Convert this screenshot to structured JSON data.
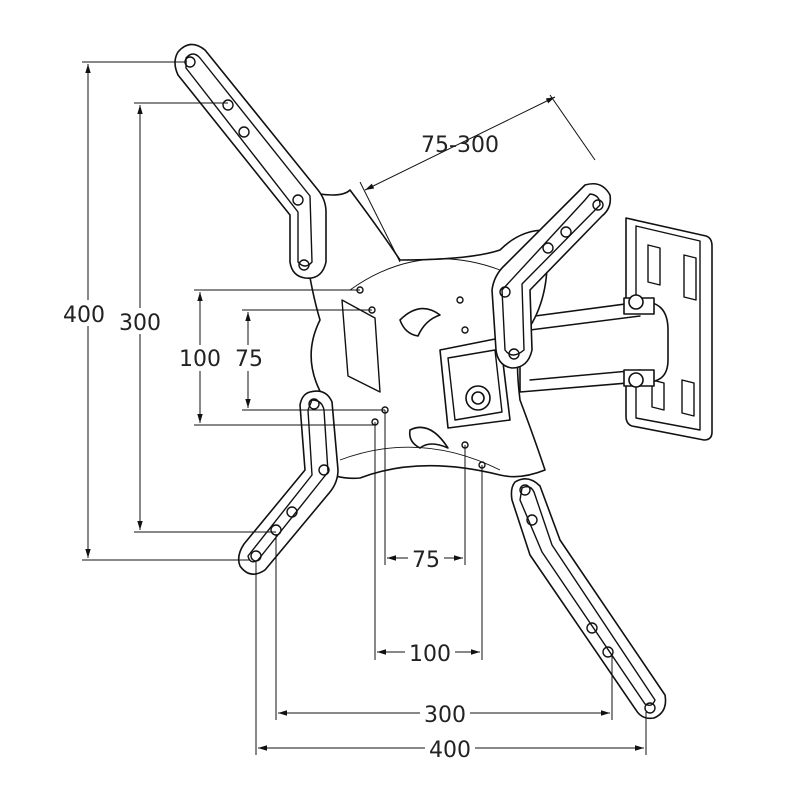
{
  "diagram": {
    "title": "TV wall mount bracket dimensions",
    "labels": {
      "diagonal_range": "75-300",
      "left_height_outer": "400",
      "left_height_inner": "300",
      "left_height_small_outer": "100",
      "left_height_small_inner": "75",
      "bottom_width_75": "75",
      "bottom_width_100": "100",
      "bottom_width_300": "300",
      "bottom_width_400": "400"
    }
  }
}
